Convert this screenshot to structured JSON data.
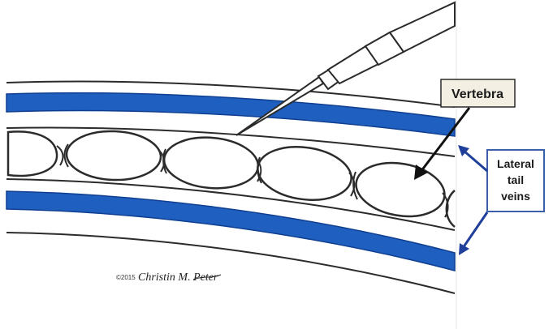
{
  "labels": {
    "vertebra": "Vertebra",
    "veins_line1": "Lateral",
    "veins_line2": "tail",
    "veins_line3": "veins"
  },
  "copyright": "©2015",
  "signature": "Christin M. Peter",
  "colors": {
    "vein": "#1f5fc0",
    "vein_dark": "#0f3f90",
    "outline": "#2b2b2b",
    "callout_vertebra_fill": "#f3f0e3",
    "callout_veins_fill": "#ffffff",
    "callout_veins_border": "#3b5fa8",
    "arrow_vertebra": "#111111",
    "arrow_veins": "#1f3f9a"
  }
}
